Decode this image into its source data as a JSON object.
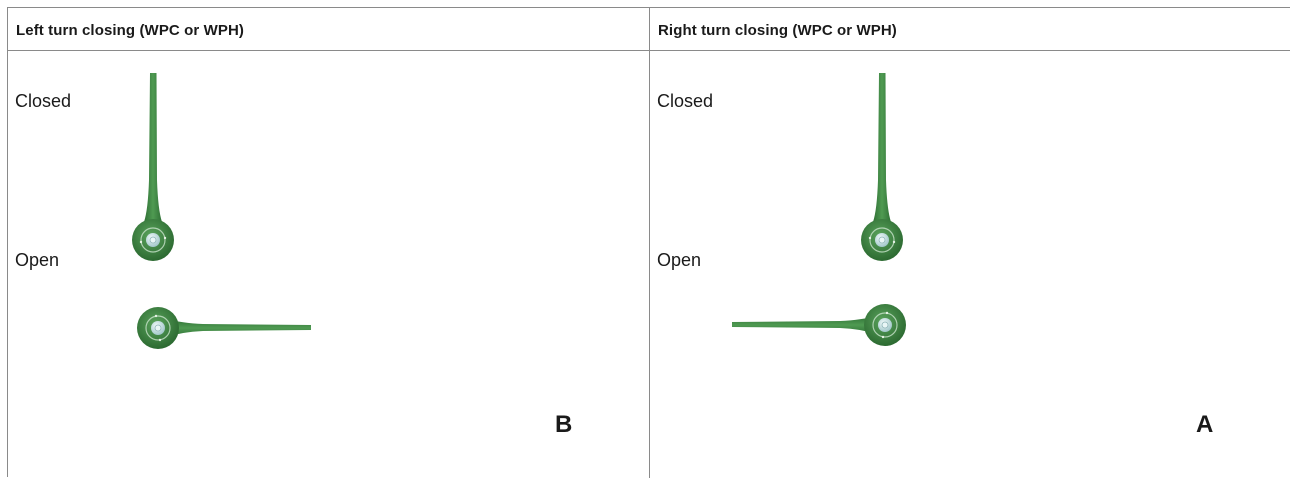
{
  "left_panel": {
    "heading": "Left turn closing (WPC or WPH)",
    "closed_label": "Closed",
    "open_label": "Open",
    "marker": "B",
    "closed_icon": "valve-handle-icon",
    "open_icon": "valve-handle-icon"
  },
  "right_panel": {
    "heading": "Right turn closing (WPC or WPH)",
    "closed_label": "Closed",
    "open_label": "Open",
    "marker": "A",
    "closed_icon": "valve-handle-icon",
    "open_icon": "valve-handle-icon"
  },
  "colors": {
    "handle_green": "#3f8a43",
    "handle_dark": "#2e6e33",
    "hub_center": "#cfe3e6",
    "border": "#8a8a8a"
  }
}
